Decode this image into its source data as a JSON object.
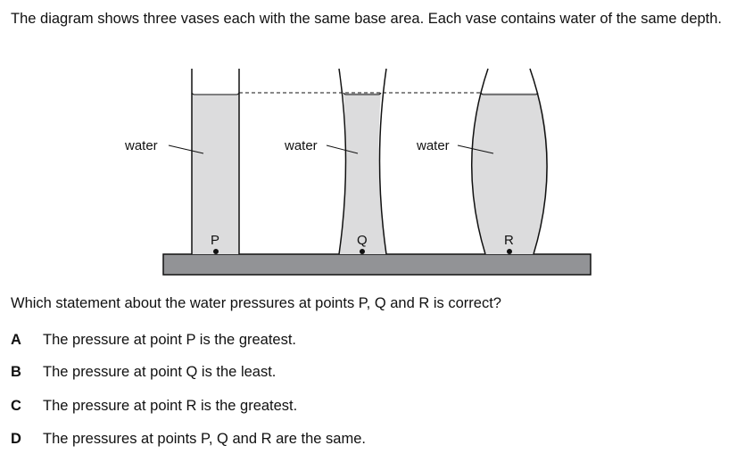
{
  "intro": "The diagram shows three vases each with the same base area. Each vase contains water of the same depth.",
  "diagram": {
    "water_label": "water",
    "points": [
      "P",
      "Q",
      "R"
    ],
    "water_color": "#dcdcdd",
    "ground_color": "#929396"
  },
  "question": "Which statement about the water pressures at points P, Q and R is correct?",
  "options": [
    {
      "key": "A",
      "text": "The pressure at point P is the greatest."
    },
    {
      "key": "B",
      "text": "The pressure at point Q is the least."
    },
    {
      "key": "C",
      "text": "The pressure at point R is the greatest."
    },
    {
      "key": "D",
      "text": "The pressures at points P, Q and R are the same."
    }
  ]
}
